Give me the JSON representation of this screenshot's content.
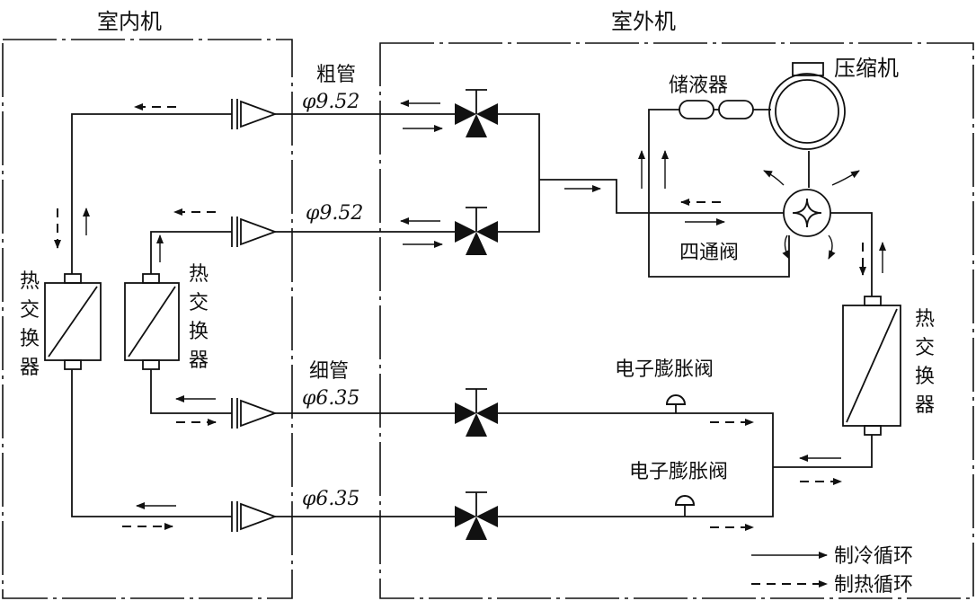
{
  "boxes": {
    "indoor": "室内机",
    "outdoor": "室外机"
  },
  "pipes": {
    "thick_label": "粗管",
    "thick_size_1": "φ9.52",
    "thick_size_2": "φ9.52",
    "thin_label": "细管",
    "thin_size_1": "φ6.35",
    "thin_size_2": "φ6.35"
  },
  "components": {
    "accumulator": "储液器",
    "compressor": "压缩机",
    "four_way_valve": "四通阀",
    "exv_1": "电子膨胀阀",
    "exv_2": "电子膨胀阀"
  },
  "heat_exchanger_chars": [
    "热",
    "交",
    "换",
    "器"
  ],
  "legend": {
    "cooling": "制冷循环",
    "heating": "制热循环"
  },
  "icons": [
    "three-way-valve-icon",
    "flare-connector-icon",
    "compressor-icon",
    "four-way-valve-icon",
    "heat-exchanger-icon",
    "expansion-valve-icon",
    "flow-arrow-icon"
  ]
}
